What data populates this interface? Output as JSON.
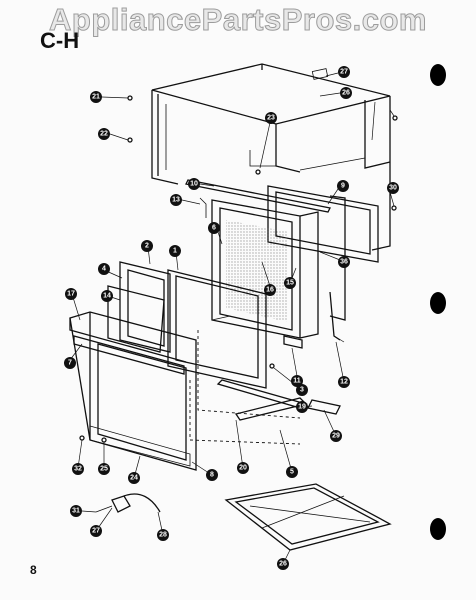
{
  "watermark": "AppliancePartsPros.com",
  "section_code": "C-H",
  "page_number": "8",
  "callouts": [
    "27",
    "21",
    "26",
    "22",
    "23",
    "10",
    "9",
    "13",
    "6",
    "30",
    "36",
    "16",
    "15",
    "2",
    "1",
    "17",
    "4",
    "14",
    "7",
    "11",
    "12",
    "3",
    "19",
    "29",
    "20",
    "5",
    "32",
    "25",
    "24",
    "8",
    "31",
    "27",
    "28",
    "26"
  ]
}
